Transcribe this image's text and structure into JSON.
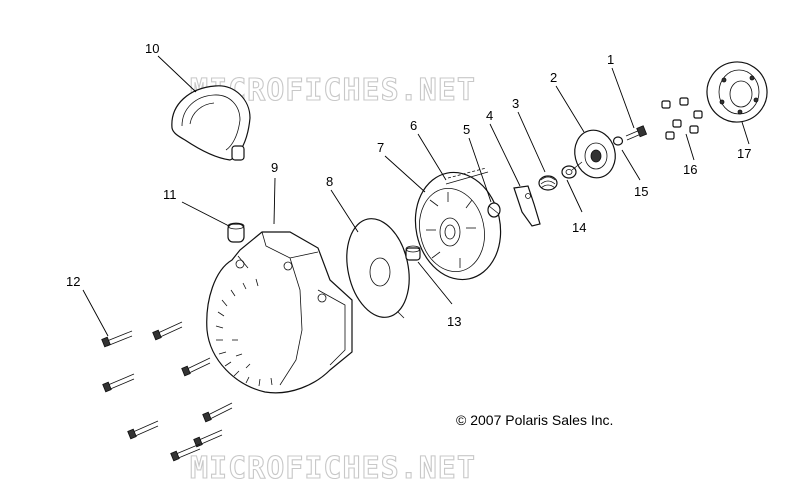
{
  "watermark_top": "MICROFICHES.NET",
  "watermark_bottom": "MICROFICHES.NET",
  "copyright": "© 2007 Polaris Sales Inc.",
  "callouts": {
    "c1": "1",
    "c2": "2",
    "c3": "3",
    "c4": "4",
    "c5": "5",
    "c6": "6",
    "c7": "7",
    "c8": "8",
    "c9": "9",
    "c10": "10",
    "c11": "11",
    "c12": "12",
    "c13": "13",
    "c14": "14",
    "c15": "15",
    "c16": "16",
    "c17": "17"
  }
}
